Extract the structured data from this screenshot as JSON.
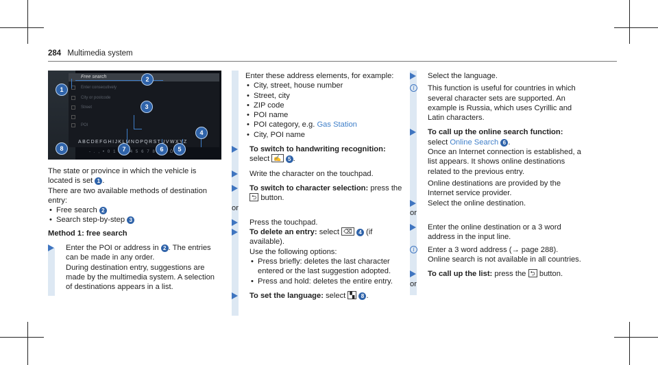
{
  "header": {
    "page_number": "284",
    "section": "Multimedia system"
  },
  "screenshot": {
    "search_label": "Free search",
    "rows": [
      "Enter consecutively",
      "City or postcode",
      "Street",
      "",
      "POI"
    ],
    "alphabet": "ABCDEFGHIJKLMNOPQRSTUVWXYZ",
    "digits": "- . , • 0 1 2 3 4 5 6 7 8 9 Ä Ö Ü",
    "callouts": [
      "1",
      "2",
      "3",
      "4",
      "5",
      "6",
      "7",
      "8"
    ]
  },
  "col1": {
    "p1": "The state or province in which the vehicle is located is set",
    "p1_num": "1",
    "p2": "There are two available methods of destination entry:",
    "b1": "Free search",
    "b1_num": "2",
    "b2": "Search step-by-step",
    "b2_num": "3",
    "method": "Method 1: free search",
    "a1_pre": "Enter the POI or address in",
    "a1_num": "2",
    "a1_post": ". The entries can be made in any order.",
    "a1_p2": "During destination entry, suggestions are made by the multimedia system. A selection of destinations appears in a list."
  },
  "col2": {
    "intro": "Enter these address elements, for example:",
    "items": [
      "City, street, house number",
      "Street, city",
      "ZIP code",
      "POI name"
    ],
    "poi_cat_pre": "POI category, e.g.",
    "poi_cat_link": "Gas Station",
    "item_last": "City, POI name",
    "hw_label": "To switch to handwriting recognition:",
    "hw_text": "select",
    "hw_key": "✍",
    "hw_num": "5",
    "write": "Write the character on the touchpad.",
    "cs_label": "To switch to character selection:",
    "cs_text": "press the",
    "cs_key": "⮌",
    "cs_post": "button.",
    "or": "or",
    "press": "Press the touchpad.",
    "del_label": "To delete an entry:",
    "del_text": "select",
    "del_key": "⌫",
    "del_num": "4",
    "del_post": "(if available).",
    "use": "Use the following options:",
    "opt1": "Press briefly: deletes the last character entered or the last suggestion adopted.",
    "opt2": "Press and hold: deletes the entire entry.",
    "lang_label": "To set the language:",
    "lang_text": "select",
    "lang_key": "▚",
    "lang_num": "8"
  },
  "col3": {
    "sel_lang": "Select the language.",
    "info1": "This function is useful for countries in which several character sets are supported. An example is Russia, which uses Cyrillic and Latin characters.",
    "online_label": "To call up the online search function:",
    "online_text": "select",
    "online_link": "Online Search",
    "online_num": "6",
    "online_p2": "Once an Internet connection is established, a list appears. It shows online destinations related to the previous entry.",
    "online_p3": "Online destinations are provided by the Internet service provider.",
    "sel_online": "Select the online destination.",
    "or1": "or",
    "enter_online": "Enter the online destination or a 3 word address in the input line.",
    "info2_p1": "Enter a 3 word address (→ page 288).",
    "info2_p2": "Online search is not available in all countries.",
    "list_label": "To call up the list:",
    "list_text": "press the",
    "list_key": "⮌",
    "list_post": "button.",
    "or2": "or"
  }
}
